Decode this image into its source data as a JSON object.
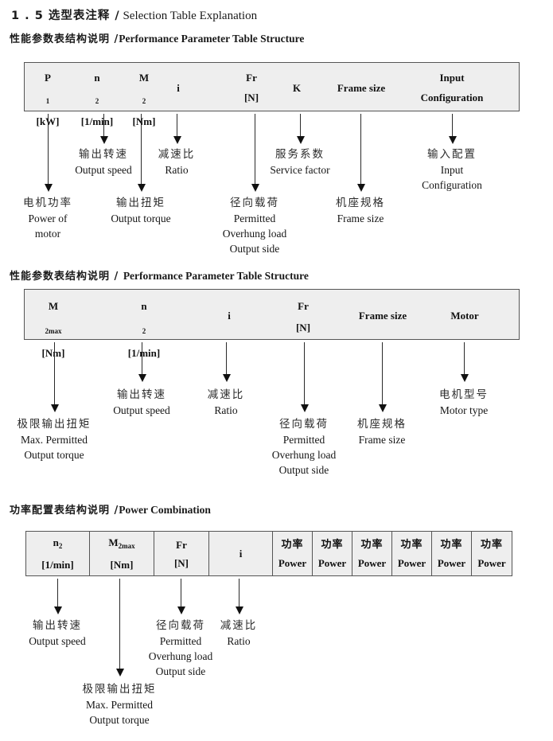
{
  "page_title": {
    "zh": "1 . 5 选型表注释 /",
    "en": "Selection Table Explanation"
  },
  "sections": [
    {
      "heading": {
        "zh": "性能参数表结构说明 /",
        "en": "Performance Parameter Table Structure"
      },
      "table": {
        "columns": [
          {
            "line1": "P",
            "sub": "1",
            "line2": "[kW]"
          },
          {
            "line1": "n",
            "sub": "2",
            "line2": "[1/min]"
          },
          {
            "line1": "M",
            "sub": "2",
            "line2": "[Nm]"
          },
          {
            "line1": "i"
          },
          {
            "line1": "Fr",
            "line2": "[N]"
          },
          {
            "line1": "K"
          },
          {
            "line1": "Frame size"
          },
          {
            "line1": "Input",
            "line2": "Configuration"
          }
        ]
      },
      "callouts": [
        {
          "lines": [
            "电机功率",
            "Power of",
            "motor"
          ]
        },
        {
          "lines": [
            "输出转速",
            "Output speed"
          ]
        },
        {
          "lines": [
            "输出扭矩",
            "Output torque"
          ]
        },
        {
          "lines": [
            "减速比",
            "Ratio"
          ]
        },
        {
          "lines": [
            "径向载荷",
            "Permitted",
            "Overhung load",
            "Output side"
          ]
        },
        {
          "lines": [
            "服务系数",
            "Service factor"
          ]
        },
        {
          "lines": [
            "机座规格",
            "Frame size"
          ]
        },
        {
          "lines": [
            "输入配置",
            "Input",
            "Configuration"
          ]
        }
      ]
    },
    {
      "heading": {
        "zh": "性能参数表结构说明 / ",
        "en": "Performance Parameter Table Structure"
      },
      "table": {
        "columns": [
          {
            "line1": "M",
            "sub": "2max",
            "line2": "[Nm]"
          },
          {
            "line1": "n",
            "sub": "2",
            "line2": "[1/min]"
          },
          {
            "line1": "i"
          },
          {
            "line1": "Fr",
            "line2": "[N]"
          },
          {
            "line1": "Frame size"
          },
          {
            "line1": "Motor"
          }
        ]
      },
      "callouts": [
        {
          "lines": [
            "极限输出扭矩",
            "Max. Permitted",
            "Output torque"
          ]
        },
        {
          "lines": [
            "输出转速",
            "Output speed"
          ]
        },
        {
          "lines": [
            "减速比",
            "Ratio"
          ]
        },
        {
          "lines": [
            "径向载荷",
            "Permitted",
            "Overhung load",
            "Output side"
          ]
        },
        {
          "lines": [
            "机座规格",
            "Frame size"
          ]
        },
        {
          "lines": [
            "电机型号",
            "Motor type"
          ]
        }
      ]
    },
    {
      "heading": {
        "zh": "功率配置表结构说明 /",
        "en": "Power Combination"
      },
      "table": {
        "columns": [
          {
            "line1": "n",
            "sub": "2",
            "line2": "[1/min]"
          },
          {
            "line1": "M",
            "sub": "2max",
            "line2": "[Nm]"
          },
          {
            "line1": "Fr",
            "line2": "[N]"
          },
          {
            "line1": "i"
          }
        ],
        "power_column": {
          "zh": "功率",
          "en": "Power"
        },
        "power_column_count": 6
      },
      "callouts": [
        {
          "lines": [
            "输出转速",
            "Output speed"
          ]
        },
        {
          "lines": [
            "极限输出扭矩",
            "Max. Permitted",
            "Output torque"
          ]
        },
        {
          "lines": [
            "径向载荷",
            "Permitted",
            "Overhung load",
            "Output side"
          ]
        },
        {
          "lines": [
            "减速比",
            "Ratio"
          ]
        }
      ]
    }
  ],
  "colors": {
    "table_fill": "#eeeeee",
    "table_border": "#555555",
    "text": "#1a1a1a"
  }
}
